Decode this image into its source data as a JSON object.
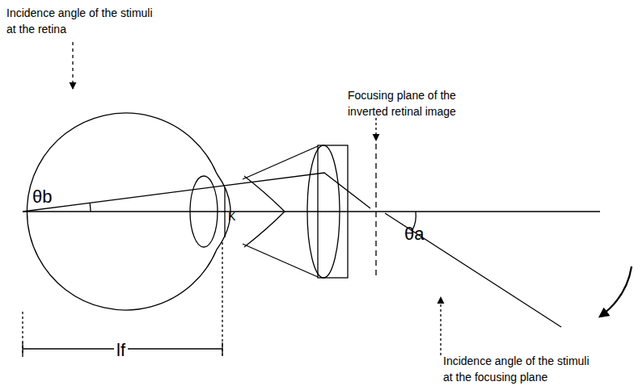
{
  "diagram": {
    "labels": [
      "Incidence angle of the stimuli at the retina",
      "Focusing plane of the inverted retinal image",
      "θb",
      "K",
      "θa",
      "lf",
      "Incidence angle of the stimuli at the focusing plane"
    ]
  }
}
